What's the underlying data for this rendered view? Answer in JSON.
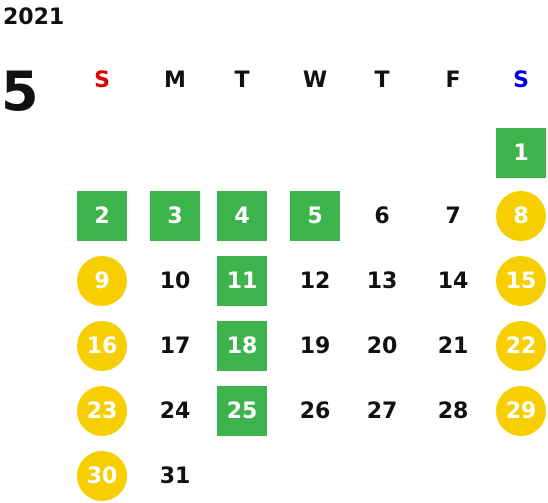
{
  "year": "2021",
  "month": "5",
  "colors": {
    "sunday_header": "#e00000",
    "saturday_header": "#0000e0",
    "weekday_header": "#111111",
    "highlight_square": "#3cb44b",
    "highlight_circle": "#f7cf00"
  },
  "weekdays": [
    {
      "label": "S",
      "kind": "sunday"
    },
    {
      "label": "M",
      "kind": "weekday"
    },
    {
      "label": "T",
      "kind": "weekday"
    },
    {
      "label": "W",
      "kind": "weekday"
    },
    {
      "label": "T",
      "kind": "weekday"
    },
    {
      "label": "F",
      "kind": "weekday"
    },
    {
      "label": "S",
      "kind": "saturday"
    }
  ],
  "days": [
    {
      "day": "1",
      "mark": "square"
    },
    {
      "day": "2",
      "mark": "square"
    },
    {
      "day": "3",
      "mark": "square"
    },
    {
      "day": "4",
      "mark": "square"
    },
    {
      "day": "5",
      "mark": "square"
    },
    {
      "day": "6",
      "mark": "none"
    },
    {
      "day": "7",
      "mark": "none"
    },
    {
      "day": "8",
      "mark": "circle"
    },
    {
      "day": "9",
      "mark": "circle"
    },
    {
      "day": "10",
      "mark": "none"
    },
    {
      "day": "11",
      "mark": "square"
    },
    {
      "day": "12",
      "mark": "none"
    },
    {
      "day": "13",
      "mark": "none"
    },
    {
      "day": "14",
      "mark": "none"
    },
    {
      "day": "15",
      "mark": "circle"
    },
    {
      "day": "16",
      "mark": "circle"
    },
    {
      "day": "17",
      "mark": "none"
    },
    {
      "day": "18",
      "mark": "square"
    },
    {
      "day": "19",
      "mark": "none"
    },
    {
      "day": "20",
      "mark": "none"
    },
    {
      "day": "21",
      "mark": "none"
    },
    {
      "day": "22",
      "mark": "circle"
    },
    {
      "day": "23",
      "mark": "circle"
    },
    {
      "day": "24",
      "mark": "none"
    },
    {
      "day": "25",
      "mark": "square"
    },
    {
      "day": "26",
      "mark": "none"
    },
    {
      "day": "27",
      "mark": "none"
    },
    {
      "day": "28",
      "mark": "none"
    },
    {
      "day": "29",
      "mark": "circle"
    },
    {
      "day": "30",
      "mark": "circle"
    },
    {
      "day": "31",
      "mark": "none"
    }
  ]
}
